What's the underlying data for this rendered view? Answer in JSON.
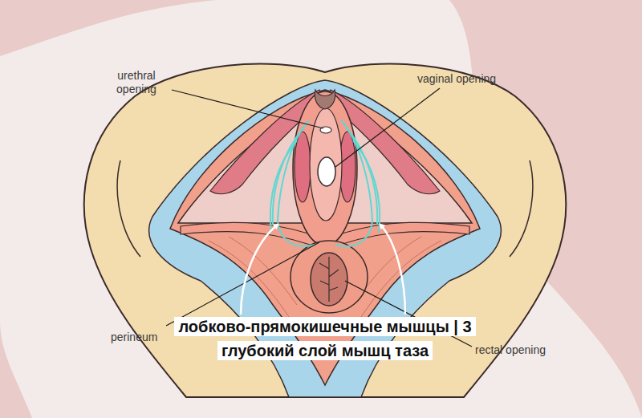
{
  "diagram": {
    "caption": "лобково-прямокишечные мышцы | 3 глубокий слой мышц таза",
    "labels": [
      "urethral opening",
      "vaginal opening",
      "perineum",
      "rectal opening"
    ]
  }
}
